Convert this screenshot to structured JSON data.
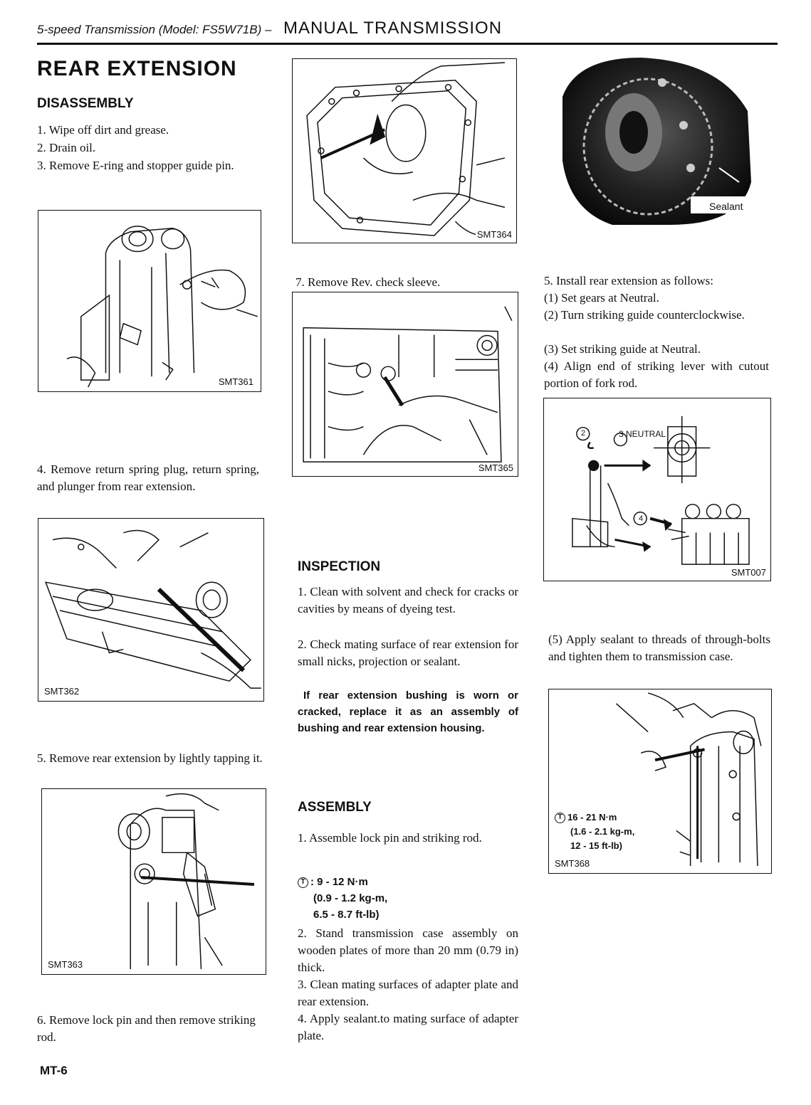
{
  "header": {
    "model": "5-speed Transmission (Model: FS5W71B) –",
    "section": "MANUAL TRANSMISSION"
  },
  "title": "REAR EXTENSION",
  "disassembly": {
    "heading": "DISASSEMBLY",
    "step1": "1.  Wipe off dirt and grease.",
    "step2": "2.  Drain oil.",
    "step3": "3.  Remove E-ring and stopper guide pin.",
    "step4": "4.  Remove return spring plug, return spring, and plunger from rear extension.",
    "step5": "5.  Remove rear extension by lightly tapping it.",
    "step6": "6.  Remove lock pin and then remove striking rod.",
    "step7": "7.  Remove Rev. check sleeve."
  },
  "figures": {
    "smt361": "SMT361",
    "smt362": "SMT362",
    "smt363": "SMT363",
    "smt364": "SMT364",
    "smt365": "SMT365",
    "smt007": "SMT007",
    "smt368": "SMT368",
    "sealant": "Sealant",
    "neutral_label": "NEUTRAL",
    "callout2": "2",
    "callout3": "3",
    "callout4": "4"
  },
  "inspection": {
    "heading": "INSPECTION",
    "step1": "1.  Clean with solvent and check for cracks or cavities by means of dyeing test.",
    "step2": "2.  Check mating surface of rear extension for small nicks, projection or sealant.",
    "note": "If rear extension bushing is worn or cracked, replace it as an assembly of bushing and rear extension housing."
  },
  "assembly": {
    "heading": "ASSEMBLY",
    "step1": "1.  Assemble lock pin and striking rod.",
    "torque_line1": ": 9 - 12 N·m",
    "torque_line2": "(0.9 - 1.2 kg-m,",
    "torque_line3": "6.5 - 8.7 ft-lb)",
    "step2": "2.  Stand transmission case assembly on wooden plates of more than 20 mm (0.79 in) thick.",
    "step3": "3.  Clean mating surfaces of adapter plate and rear extension.",
    "step4": "4.  Apply sealant.to mating surface of adapter plate."
  },
  "install": {
    "step5": "5.  Install rear extension as follows:",
    "sub1": "(1)  Set gears at Neutral.",
    "sub2": "(2)  Turn striking guide counterclockwise.",
    "sub3": "(3)  Set striking guide at Neutral.",
    "sub4": "(4)  Align end of striking lever with cutout portion of fork rod.",
    "sub5": "(5)  Apply sealant to threads of through-bolts and tighten them to transmission case.",
    "torque_line1": "16 - 21 N·m",
    "torque_line2": "(1.6 - 2.1 kg-m,",
    "torque_line3": "12 - 15 ft-lb)"
  },
  "torque_symbol": "T",
  "page_number": "MT-6"
}
